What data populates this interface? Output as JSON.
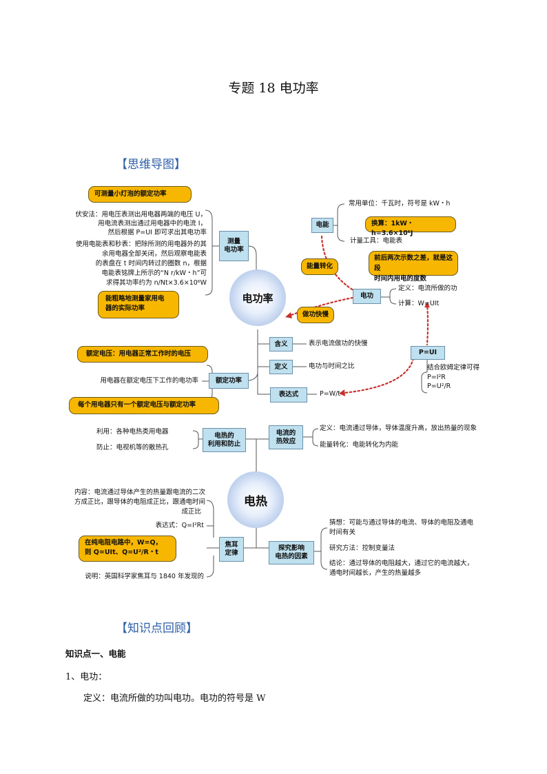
{
  "page_title": "专题 18 电功率",
  "section_mindmap": "【思维导图】",
  "section_review": "【知识点回顾】",
  "top": {
    "center": "电功率",
    "callout_measure_bulb": "可测量小灯泡的额定功率",
    "method_va_1": "伏安法：用电压表测出用电器两端的电压 U，",
    "method_va_2": "用电流表测出通过用电器中的电流 I，",
    "method_va_3": "然后根据 P=UI 即可求出其电功率",
    "method_meter_1": "使用电能表和秒表：把除所测的用电器外的其",
    "method_meter_2": "余用电器全部关闭，然后观察电能表",
    "method_meter_3": "的表盘在 t 时间内转过的圈数 n，根据",
    "method_meter_4": "电能表铭牌上所示的“N r/kW・h”可",
    "method_meter_5": "求得其功率约为 n/Nt×3.6×10⁶W",
    "measure_box": "测量\n电功率",
    "callout_rough": "能粗略地测量家用电\n器的实际功率",
    "callout_rated_voltage": "额定电压：用电器正常工作时的电压",
    "rated_power_def": "用电器在额定电压下工作的电功率",
    "rated_power_box": "额定功率",
    "callout_only_one": "每个用电器只有一个额定电压与额定功率",
    "meaning_box": "含义",
    "meaning_text": "表示电流做功的快慢",
    "definition_box": "定义",
    "definition_text": "电功与时间之比",
    "expression_box": "表达式",
    "expression_text": "P=W/t",
    "energy_box": "电能",
    "common_unit": "常用单位：千瓦时，符号是 kW・h",
    "callout_convert": "换算：1kW・h=3.6×10⁶J",
    "meter_tool": "计量工具：电能表",
    "callout_meter_reading": "前后两次示数之差，就是这段\n时间内用电的度数",
    "callout_conversion": "能量转化",
    "work_box": "电功",
    "work_def": "定义：电流所做的功",
    "work_calc": "计算：W=UIt",
    "callout_speed": "做功快慢",
    "pui_box": "P=UI",
    "ohm_1": "结合欧姆定律可得",
    "ohm_2": "P=I²R",
    "ohm_3": "P=U²/R"
  },
  "bottom": {
    "center": "电热",
    "use": "利用：各种电热类用电器",
    "prevent": "防止：电视机等的散热孔",
    "use_box": "电热的\n利用和防止",
    "effect_box": "电流的\n热效应",
    "effect_def": "定义：电流通过导体，导体温度升高，放出热量的现象",
    "effect_energy": "能量转化：电能转化为内能",
    "content_1": "内容：电流通过导体产生的热量跟电流的二次",
    "content_2": "方成正比，跟导体的电阻成正比，跟通电时间",
    "content_3": "成正比",
    "expr": "表达式：Q=I²Rt",
    "callout_pure_1": "在纯电阻电路中，W=Q，",
    "callout_pure_2": "则 Q=UIt、Q=U²/R・t",
    "note": "说明：英国科学家焦耳与 1840 年发现的",
    "joule_box": "焦耳\n定律",
    "explore_box": "探究影响\n电热的因素",
    "guess_1": "猜想：可能与通过导体的电流、导体的电阻及通电",
    "guess_2": "时间有关",
    "method": "研究方法：控制变量法",
    "conclusion_1": "结论：通过导体的电阻越大，通过它的电流越大，",
    "conclusion_2": "通电时间越长，产生的热量越多"
  },
  "body": {
    "heading1": "知识点一、电能",
    "item1": "1、电功：",
    "item1_def": "定义：电流所做的功叫电功。电功的符号是 W"
  },
  "colors": {
    "node_fill": "#bfe0ee",
    "callout_fill": "#f7b600",
    "arrow_red": "#c9302c",
    "heading_blue": "#2d5fa6"
  }
}
